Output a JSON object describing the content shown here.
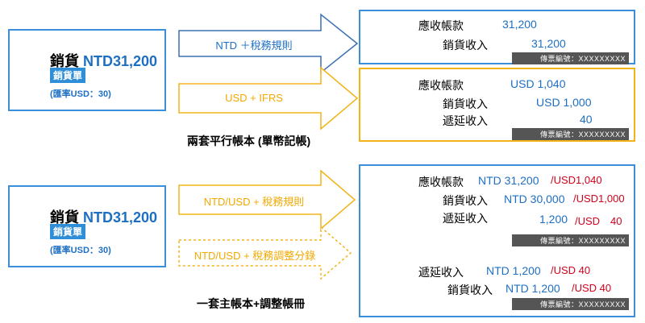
{
  "top_section": {
    "source": {
      "title_label": "銷貨",
      "title_amount": "NTD31,200",
      "doc_tag": "銷貨單",
      "rate_note": "(匯率USD：30)"
    },
    "arrow_ntd_label": "NTD ＋稅務規則",
    "arrow_usd_label": "USD + IFRS",
    "caption": "兩套平行帳本 (單幣記帳)",
    "ledger_ntd": {
      "rows": [
        {
          "account": "應收帳款",
          "amount": "31,200"
        },
        {
          "account": "銷貨收入",
          "amount": "31,200"
        }
      ],
      "voucher": "傳票編號：XXXXXXXXX"
    },
    "ledger_usd": {
      "rows": [
        {
          "account": "應收帳款",
          "amount": "USD 1,040"
        },
        {
          "account": "銷貨收入",
          "amount": "USD 1,000"
        },
        {
          "account": "遞延收入",
          "amount": "40"
        }
      ],
      "voucher": "傳票編號：XXXXXXXXX"
    }
  },
  "bottom_section": {
    "source": {
      "title_label": "銷貨",
      "title_amount": "NTD31,200",
      "doc_tag": "銷貨單",
      "rate_note": "(匯率USD：30)"
    },
    "arrow_main_label": "NTD/USD + 稅務規則",
    "arrow_adjust_label": "NTD/USD + 稅務調整分錄",
    "caption": "一套主帳本+調整帳冊",
    "ledger_main": {
      "rows": [
        {
          "account": "應收帳款",
          "ntd": "NTD 31,200",
          "usd": "/USD1,040"
        },
        {
          "account": "銷貨收入",
          "ntd": "NTD 30,000",
          "usd": "/USD1,000"
        },
        {
          "account": "遞延收入",
          "ntd": "1,200",
          "usd": "/USD　40"
        }
      ],
      "voucher": "傳票編號：XXXXXXXXX"
    },
    "ledger_adjust": {
      "rows": [
        {
          "account": "遞延收入",
          "ntd": "NTD 1,200",
          "usd": "/USD 40"
        },
        {
          "account": "銷貨收入",
          "ntd": "NTD 1,200",
          "usd": "/USD 40"
        }
      ],
      "voucher": "傳票編號：XXXXXXXXX"
    }
  },
  "colors": {
    "blue": "#3b8fd9",
    "gold": "#f2b318",
    "doc_black": "#111111",
    "doc_brown": "#7a4a12",
    "doc_green": "#8cc63f"
  }
}
